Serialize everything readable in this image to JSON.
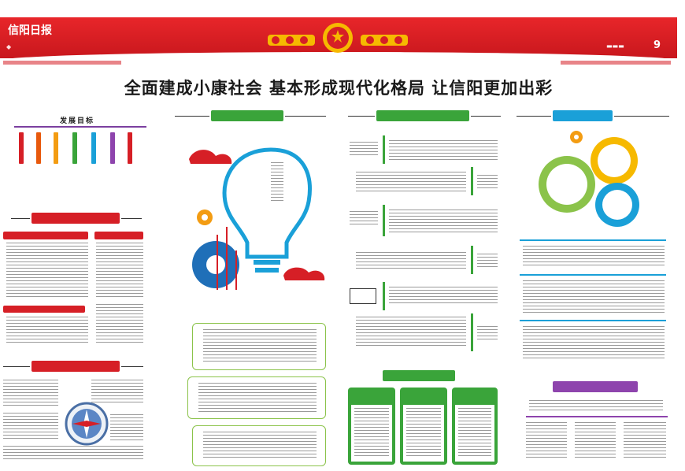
{
  "masthead": "信阳日报",
  "page_number": "9",
  "main_title": "全面建成小康社会  基本形成现代化格局  让信阳更加出彩",
  "section_overview_title": "发展目标",
  "colors": {
    "red": "#d61f26",
    "green": "#3aa43a",
    "blue": "#1aa0d8",
    "orange": "#f39c12",
    "purple": "#8e44ad",
    "gold": "#f6b900"
  }
}
